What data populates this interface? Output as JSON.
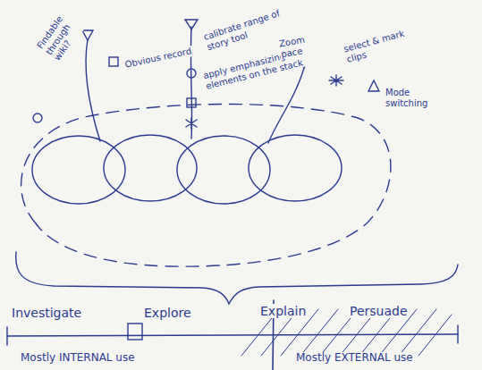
{
  "diagram": {
    "labels": [
      "Findable through wiki?",
      "Obvious record",
      "calibrate range of story tool",
      "apply emphasizing elements on the stack",
      "Zoom pace",
      "select & mark clips",
      "Mode switching",
      "Investigate",
      "Explore",
      "Explain",
      "Persuade",
      "Mostly INTERNAL use",
      "Mostly EXTERNAL use"
    ]
  }
}
